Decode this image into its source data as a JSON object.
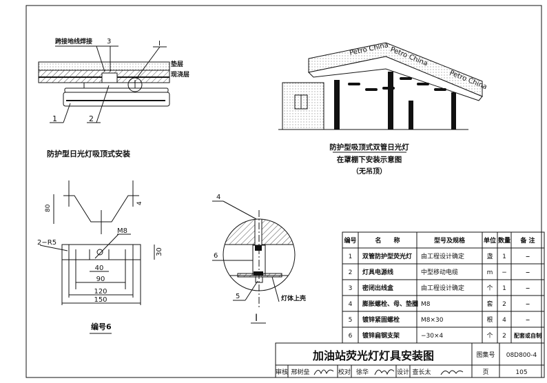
{
  "drawing_top_left": {
    "label_weld": "跨接地线焊接",
    "callout_3": "3",
    "callout_I": "I",
    "layer_cushion": "垫层",
    "layer_cast": "现浇层",
    "callout_1": "1",
    "callout_2": "2",
    "caption": "防护型日光灯吸顶式安装"
  },
  "drawing_top_right": {
    "sign_text": "Petro China",
    "caption_line1": "防护型吸顶式双管日光灯",
    "caption_line2": "在罩棚下安装示意图",
    "caption_line3": "（无吊顶）"
  },
  "drawing_bracket": {
    "dim_80": "80",
    "dim_4": "4",
    "label_r5": "2−R5",
    "label_m8": "M8",
    "dim_30": "30",
    "dim_40": "40",
    "dim_90": "90",
    "dim_120": "120",
    "dim_150": "150",
    "caption": "编号6"
  },
  "drawing_detail": {
    "callout_4": "4",
    "callout_6": "6",
    "callout_5": "5",
    "label_shell": "灯体上壳",
    "caption": "I"
  },
  "table": {
    "headers": [
      "编号",
      "名　　称",
      "型号及规格",
      "单位",
      "数量",
      "备 注"
    ],
    "rows": [
      [
        "1",
        "双管防护型荧光灯",
        "由工程设计确定",
        "盏",
        "1",
        "−"
      ],
      [
        "2",
        "灯具电源线",
        "中型移动电缆",
        "m",
        "−",
        "−"
      ],
      [
        "3",
        "密闭出线盒",
        "由工程设计确定",
        "个",
        "1",
        "−"
      ],
      [
        "4",
        "膨胀螺栓、母、垫圈",
        "M8",
        "套",
        "2",
        "−"
      ],
      [
        "5",
        "镀锌紧固螺栓",
        "M8×30",
        "根",
        "4",
        "−"
      ],
      [
        "6",
        "镀锌扁钢支架",
        "−30×4",
        "个",
        "2",
        "配套或自制"
      ]
    ]
  },
  "title_block": {
    "title": "加油站荧光灯灯具安装图",
    "atlas_label": "图集号",
    "atlas_no": "08D800-4",
    "review_label": "审核",
    "reviewer": "邢树垒",
    "check_label": "校对",
    "checker": "徐华",
    "design_label": "设计",
    "designer": "查长太",
    "page_label": "页",
    "page_no": "105"
  }
}
